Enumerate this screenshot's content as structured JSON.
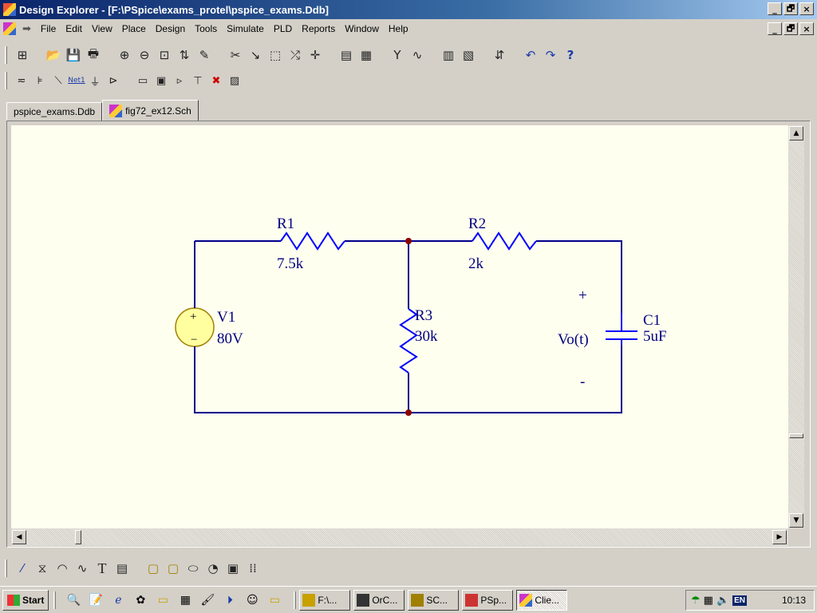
{
  "window": {
    "title": "Design Explorer - [F:\\PSpice\\exams_protel\\pspice_exams.Ddb]",
    "min": "_",
    "max": "°",
    "close": "×"
  },
  "menu": {
    "items": [
      "File",
      "Edit",
      "View",
      "Place",
      "Design",
      "Tools",
      "Simulate",
      "PLD",
      "Reports",
      "Window",
      "Help"
    ]
  },
  "tabs": [
    {
      "label": "pspice_exams.Ddb",
      "active": false
    },
    {
      "label": "fig72_ex12.Sch",
      "active": true
    }
  ],
  "schematic": {
    "components": {
      "r1": {
        "ref": "R1",
        "value": "7.5k"
      },
      "r2": {
        "ref": "R2",
        "value": "2k"
      },
      "r3": {
        "ref": "R3",
        "value": "30k"
      },
      "v1": {
        "ref": "V1",
        "value": "80V",
        "plus": "+",
        "minus": "−"
      },
      "c1": {
        "ref": "C1",
        "value": "5uF"
      }
    },
    "output": {
      "label": "Vo(t)",
      "plus": "+",
      "minus": "-"
    },
    "colors": {
      "wire": "#00008b",
      "part": "#0000ff",
      "junction": "#8b0000",
      "source_fill": "#ffffa0",
      "text": "#000080"
    }
  },
  "taskbar": {
    "start": "Start",
    "tasks": [
      {
        "label": "F:\\...",
        "active": false
      },
      {
        "label": "OrC...",
        "active": false
      },
      {
        "label": "SC...",
        "active": false
      },
      {
        "label": "PSp...",
        "active": false
      },
      {
        "label": "Clie...",
        "active": true
      }
    ],
    "tray": {
      "lang": "EN",
      "clock": "10:13"
    }
  }
}
